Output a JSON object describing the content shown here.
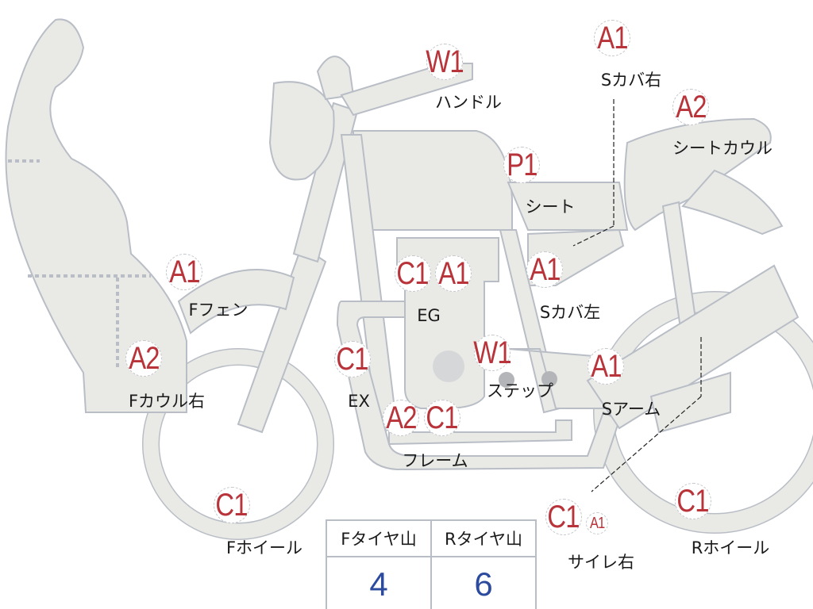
{
  "parts": [
    {
      "codes": [
        "W1"
      ],
      "label": "ハンドル"
    },
    {
      "codes": [
        "A1"
      ],
      "label": "Sカバ右"
    },
    {
      "codes": [
        "A2"
      ],
      "label": "シートカウル"
    },
    {
      "codes": [
        "P1"
      ],
      "label": "シート"
    },
    {
      "codes": [
        "A1"
      ],
      "label": "Fフェン"
    },
    {
      "codes": [
        "C1",
        "A1"
      ],
      "label": "EG"
    },
    {
      "codes": [
        "A1"
      ],
      "label": "Sカバ左"
    },
    {
      "codes": [
        "A2"
      ],
      "label": "Fカウル右"
    },
    {
      "codes": [
        "C1"
      ],
      "label": "EX"
    },
    {
      "codes": [
        "W1"
      ],
      "label": "ステップ"
    },
    {
      "codes": [
        "A1"
      ],
      "label": "Sアーム"
    },
    {
      "codes": [
        "A2",
        "C1"
      ],
      "label": "フレーム"
    },
    {
      "codes": [
        "C1"
      ],
      "label": "Fホイール"
    },
    {
      "codes": [
        "C1",
        "A1"
      ],
      "label": "サイレ右"
    },
    {
      "codes": [
        "C1"
      ],
      "label": "Rホイール"
    }
  ],
  "tire_table": {
    "headers": [
      "Fタイヤ山",
      "Rタイヤ山"
    ],
    "values": [
      "4",
      "6"
    ]
  },
  "colors": {
    "code": "#b8343a",
    "value": "#2d4b9e",
    "body": "#e9eae6",
    "outline": "#b9bec6"
  }
}
